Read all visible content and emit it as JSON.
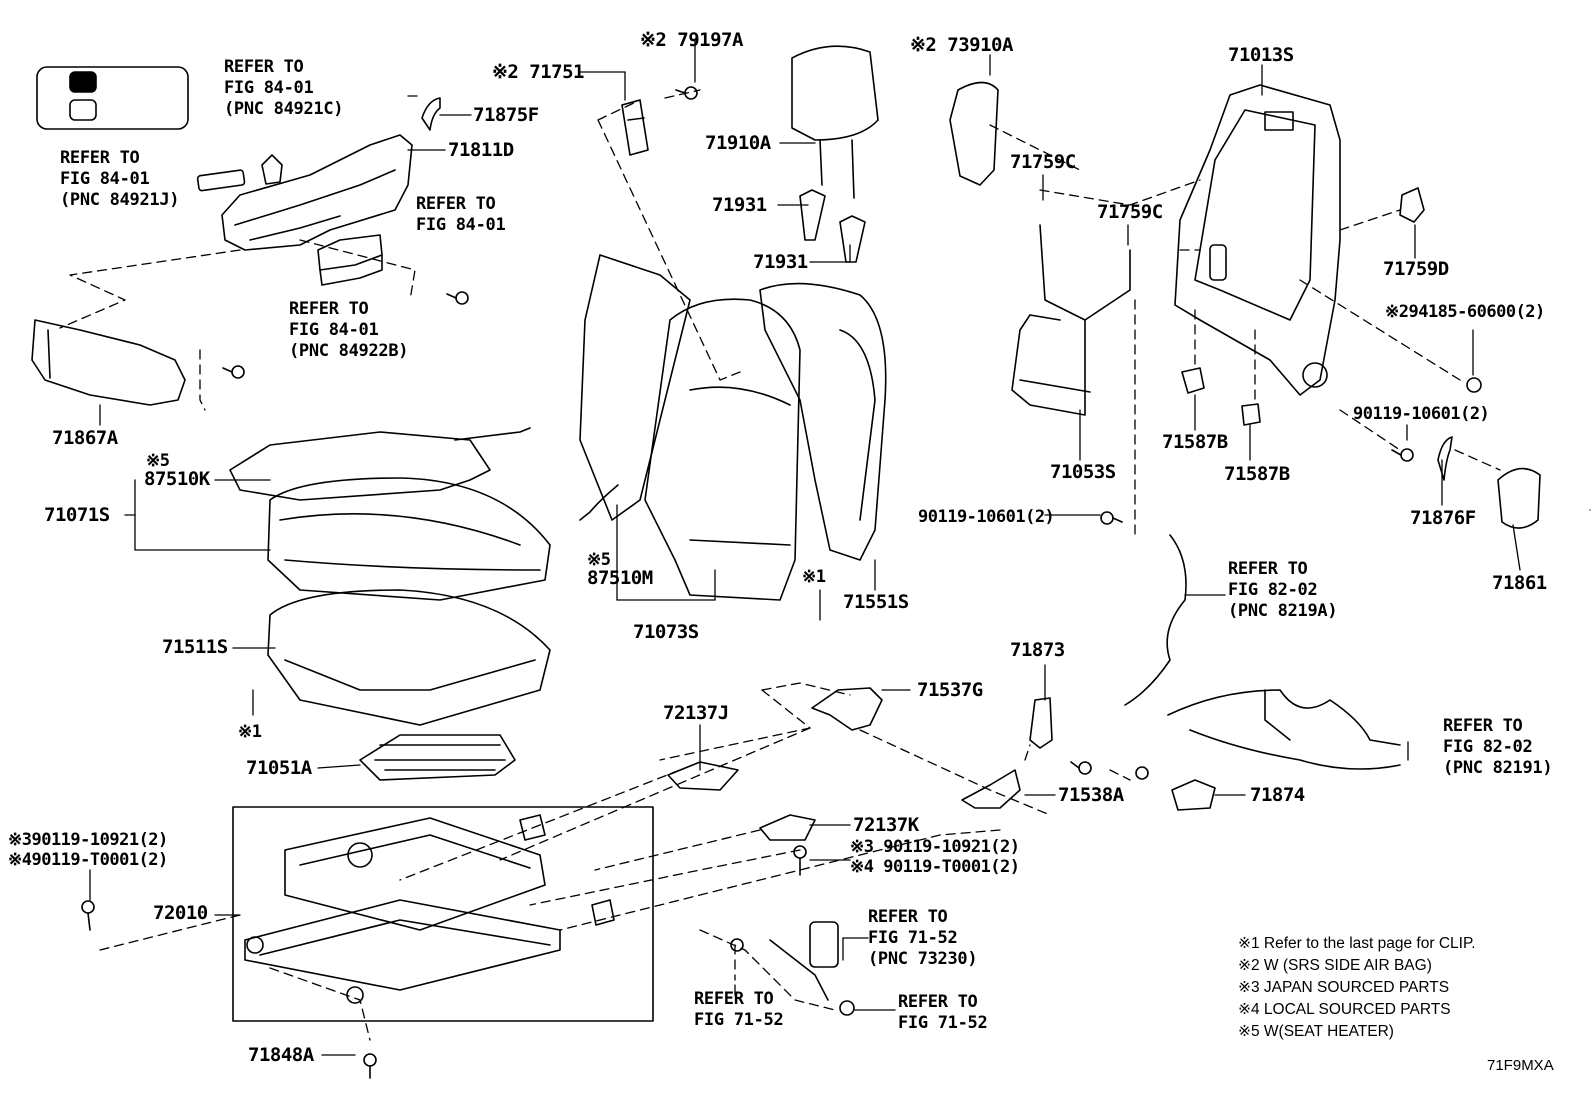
{
  "labels": {
    "p71875F": "71875F",
    "p71811D": "71811D",
    "p71867A": "71867A",
    "p79197A": "※2 79197A",
    "p71751": "※2 71751",
    "p71910A": "71910A",
    "p71931a": "71931",
    "p71931b": "71931",
    "p73910A": "※2 73910A",
    "p71759Ca": "71759C",
    "p71759Cb": "71759C",
    "p71013S": "71013S",
    "p71759D": "71759D",
    "p294185": "※294185-60600(2)",
    "p71053S": "71053S",
    "p71587Ba": "71587B",
    "p71587Bb": "71587B",
    "p9011910601a": "90119-10601(2)",
    "p9011910601b": "90119-10601(2)",
    "p71876F": "71876F",
    "p71861": "71861",
    "p87510Kmark": "※5",
    "p87510K": "87510K",
    "p71071S": "71071S",
    "p87510Mmark": "※5",
    "p87510M": "87510M",
    "p71073S": "71073S",
    "p71551S": "71551S",
    "mark1a": "※1",
    "p71511S": "71511S",
    "mark1b": "※1",
    "p71051A": "71051A",
    "p71873": "71873",
    "p71537G": "71537G",
    "p72137J": "72137J",
    "p71538A": "71538A",
    "p71874": "71874",
    "p72137K": "72137K",
    "p3bolt": "※3 90119-10921(2)",
    "p4bolt": "※4 90119-T0001(2)",
    "pLeft3": "※390119-10921(2)",
    "pLeft4": "※490119-T0001(2)",
    "p72010": "72010",
    "p71848A": "71848A"
  },
  "refs": {
    "r1": [
      "REFER TO",
      "FIG 84-01",
      "(PNC 84921C)"
    ],
    "r2": [
      "REFER TO",
      "FIG 84-01",
      "(PNC 84921J)"
    ],
    "r3": [
      "REFER TO",
      "FIG 84-01"
    ],
    "r4": [
      "REFER TO",
      "FIG 84-01",
      "(PNC 84922B)"
    ],
    "r5": [
      "REFER TO",
      "FIG 82-02",
      "(PNC 8219A)"
    ],
    "r6": [
      "REFER TO",
      "FIG 82-02",
      "(PNC 82191)"
    ],
    "r7": [
      "REFER TO",
      "FIG 71-52",
      "(PNC 73230)"
    ],
    "r8": [
      "REFER TO",
      "FIG 71-52"
    ],
    "r9": [
      "REFER TO",
      "FIG 71-52"
    ]
  },
  "notes": [
    "※1  Refer to the last page for CLIP.",
    "※2  W (SRS SIDE AIR BAG)",
    "※3  JAPAN SOURCED PARTS",
    "※4  LOCAL SOURCED PARTS",
    "※5  W(SEAT HEATER)"
  ],
  "figure_code": "71F9MXA"
}
